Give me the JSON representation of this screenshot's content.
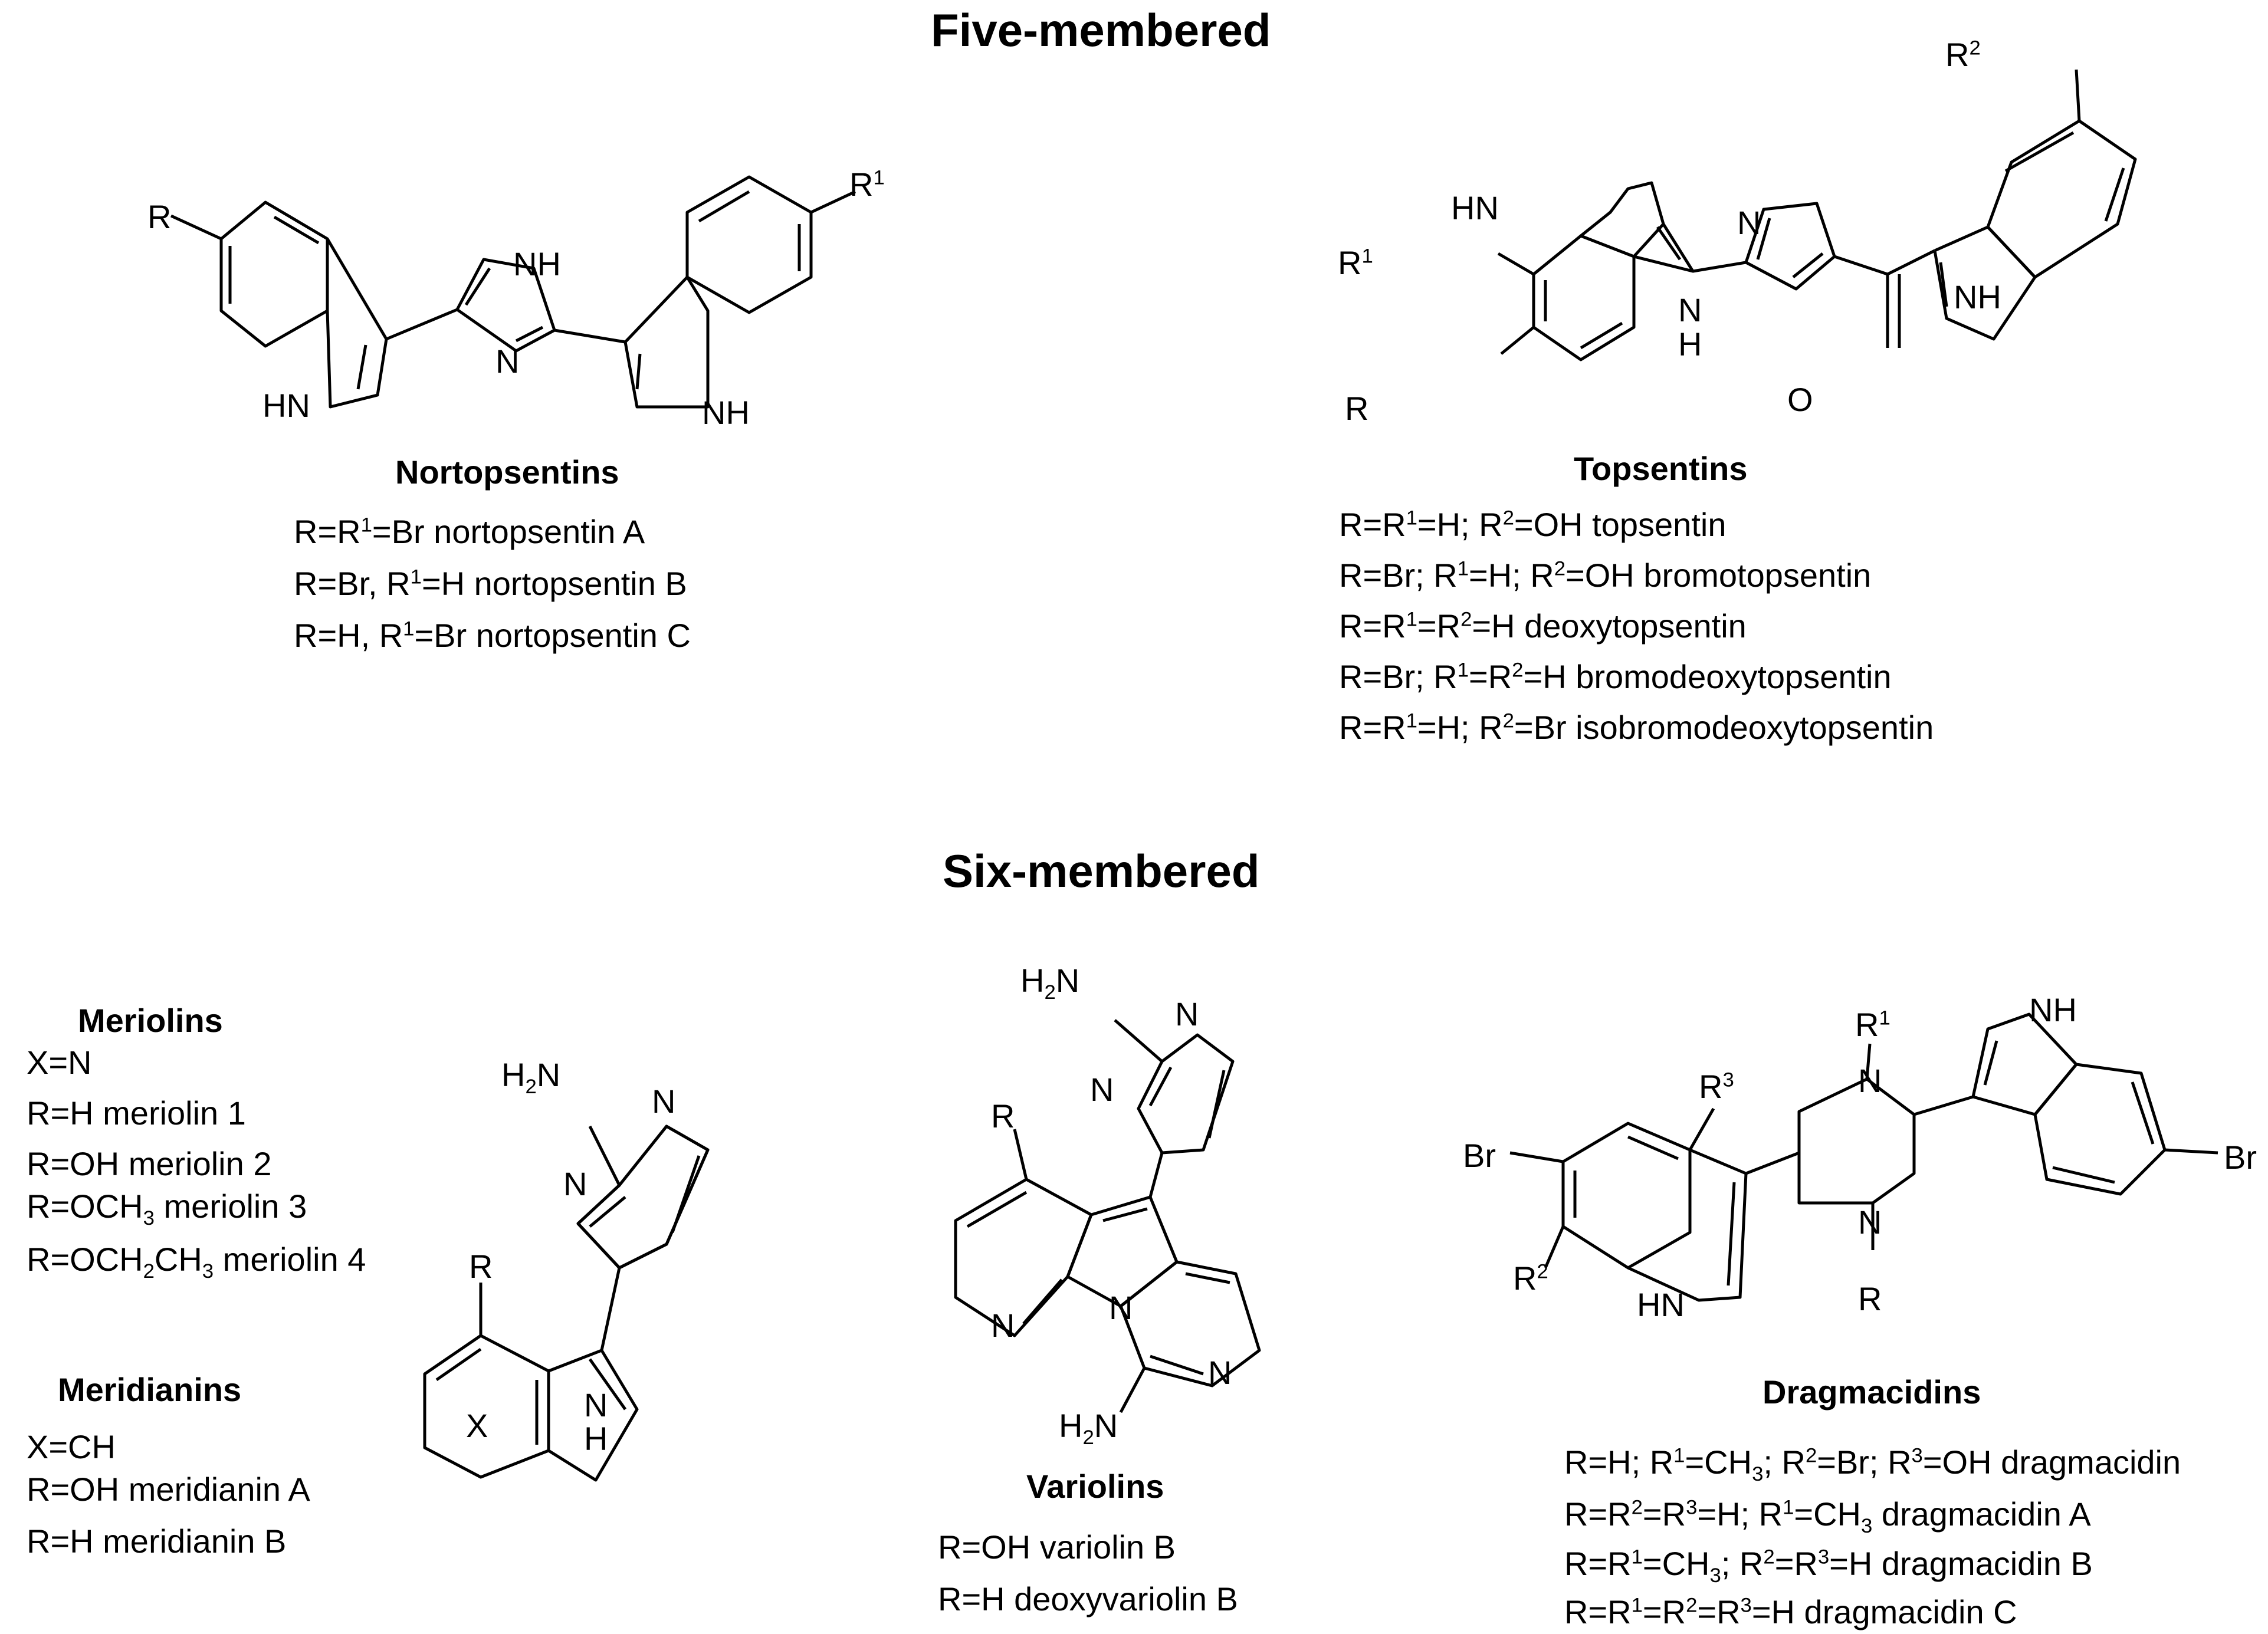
{
  "sections": {
    "five": "Five-membered",
    "six": "Six-membered"
  },
  "nortopsentins": {
    "name": "Nortopsentins",
    "lines": [
      [
        "R=R",
        "1",
        "=Br nortopsentin A"
      ],
      [
        "R=Br, R",
        "1",
        "=H nortopsentin B"
      ],
      [
        "R=H, R",
        "1",
        "=Br nortopsentin C"
      ]
    ]
  },
  "topsentins": {
    "name": "Topsentins",
    "lines": [
      [
        "R=R",
        "1",
        "=H; R",
        "2",
        "=OH topsentin"
      ],
      [
        "R=Br; R",
        "1",
        "=H; R",
        "2",
        "=OH bromotopsentin"
      ],
      [
        "R=R",
        "1",
        "=R",
        "2",
        "=H deoxytopsentin"
      ],
      [
        "R=Br; R",
        "1",
        "=R",
        "2",
        "=H bromodeoxytopsentin"
      ],
      [
        "R=R",
        "1",
        "=H; R",
        "2",
        "=Br isobromodeoxytopsentin"
      ]
    ]
  },
  "meriolins": {
    "name": "Meriolins",
    "x": "X=N",
    "l1": "R=H meriolin 1",
    "l2": "R=OH meriolin 2",
    "l3": [
      "R=OCH",
      "3",
      " meriolin 3"
    ],
    "l4": [
      "R=OCH",
      "2",
      "CH",
      "3",
      " meriolin 4"
    ]
  },
  "meridianins": {
    "name": "Meridianins",
    "x": "X=CH",
    "l1": "R=OH meridianin A",
    "l2": "R=H meridianin B"
  },
  "variolins": {
    "name": "Variolins",
    "l1": "R=OH variolin B",
    "l2": "R=H deoxyvariolin B"
  },
  "dragmacidins": {
    "name": "Dragmacidins",
    "lines": [
      [
        "R=H; R",
        "1",
        "=CH",
        "3",
        "; R",
        "2",
        "=Br; R",
        "3",
        "=OH dragmacidin"
      ],
      [
        "R=R",
        "2",
        "=R",
        "3",
        "=H; R",
        "1",
        "=CH",
        "3",
        " dragmacidin A"
      ],
      [
        "R=R",
        "1",
        "=CH",
        "3",
        "; R",
        "2",
        "=R",
        "3",
        "=H dragmacidin B"
      ],
      [
        "R=R",
        "1",
        "=R",
        "2",
        "=R",
        "3",
        "=H dragmacidin C"
      ]
    ]
  },
  "atoms": {
    "R": "R",
    "R1": "R",
    "R2": "R",
    "R3": "R",
    "one": "1",
    "two": "2",
    "three": "3",
    "NH": "NH",
    "HN": "HN",
    "N": "N",
    "H": "H",
    "O": "O",
    "X": "X",
    "Br": "Br",
    "H2N": "H",
    "sub2": "2",
    "N2": "N"
  }
}
